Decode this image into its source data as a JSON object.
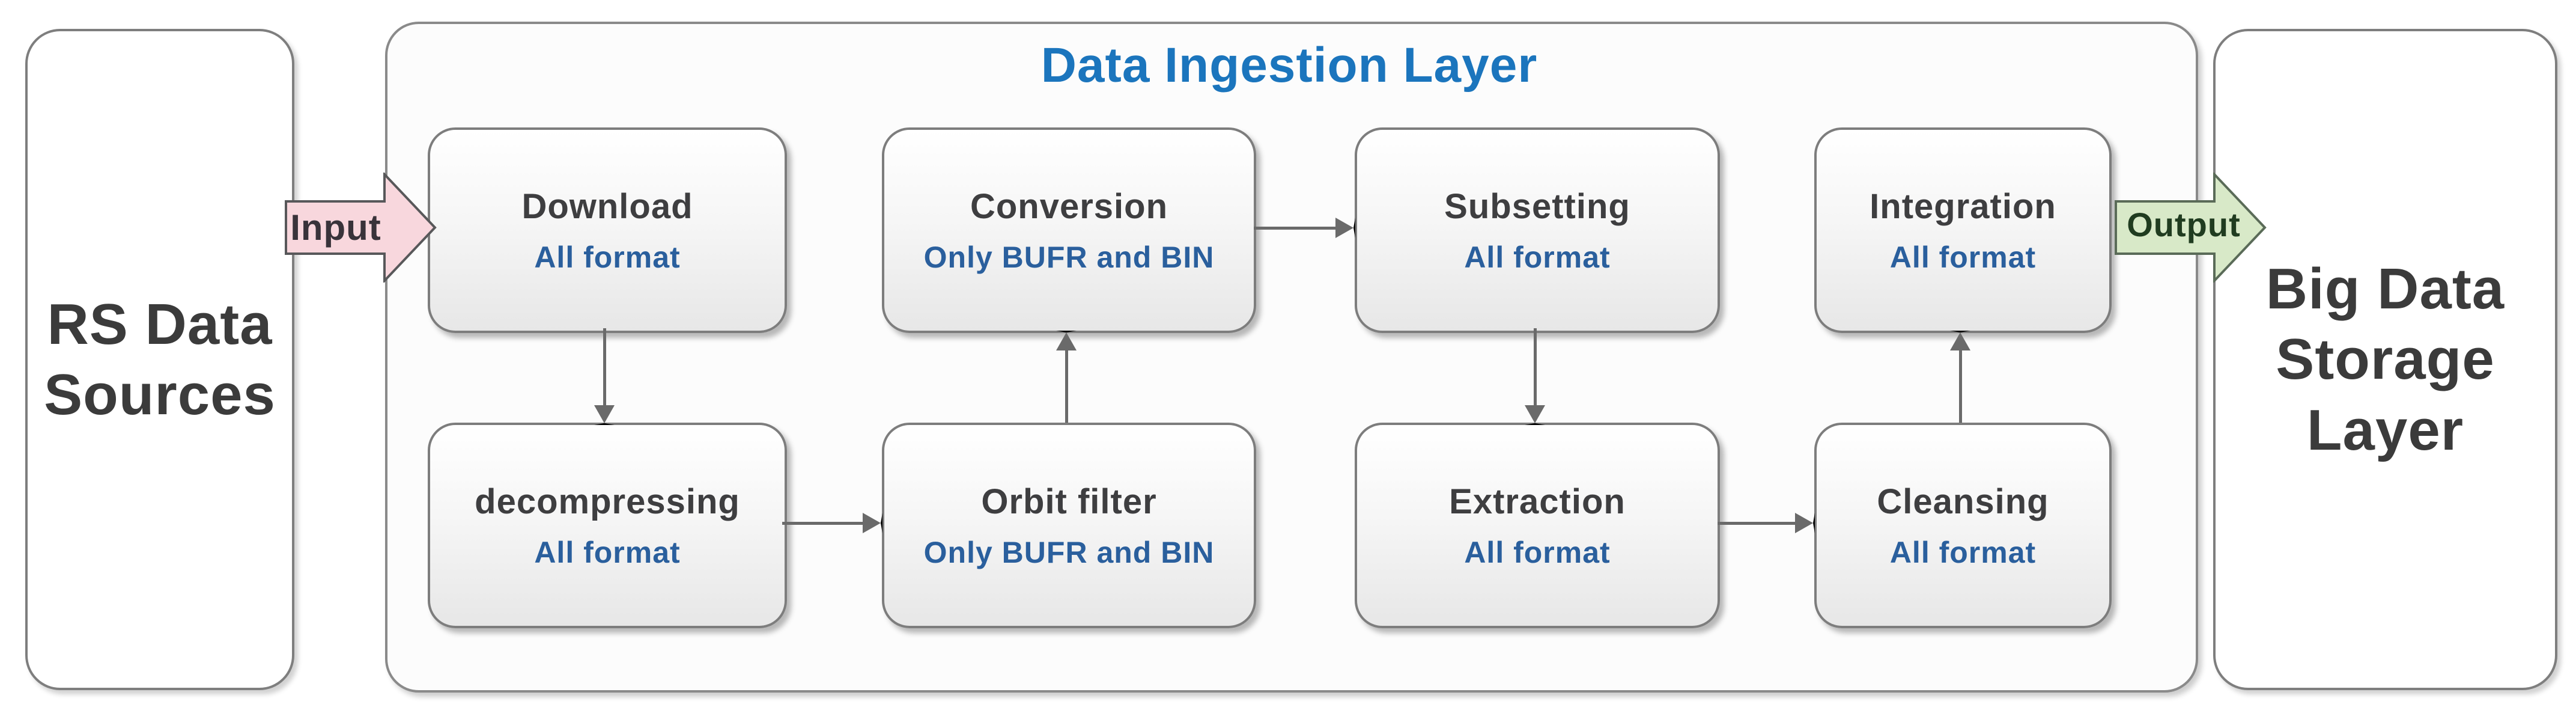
{
  "diagram": {
    "source_box": {
      "label_lines": [
        "RS Data",
        "Sources"
      ]
    },
    "input_arrow": {
      "label": "Input"
    },
    "ingestion": {
      "title": "Data Ingestion Layer",
      "boxes": [
        {
          "id": "download",
          "title": "Download",
          "subtitle": "All format"
        },
        {
          "id": "decompressing",
          "title": "decompressing",
          "subtitle": "All format"
        },
        {
          "id": "conversion",
          "title": "Conversion",
          "subtitle": "Only BUFR and BIN"
        },
        {
          "id": "orbit-filter",
          "title": "Orbit filter",
          "subtitle": "Only BUFR and BIN"
        },
        {
          "id": "subsetting",
          "title": "Subsetting",
          "subtitle": "All format"
        },
        {
          "id": "extraction",
          "title": "Extraction",
          "subtitle": "All format"
        },
        {
          "id": "integration",
          "title": "Integration",
          "subtitle": "All format"
        },
        {
          "id": "cleansing",
          "title": "Cleansing",
          "subtitle": "All format"
        }
      ],
      "connections": [
        {
          "from": "Download",
          "to": "decompressing",
          "direction": "down"
        },
        {
          "from": "decompressing",
          "to": "Orbit filter",
          "direction": "right"
        },
        {
          "from": "Orbit filter",
          "to": "Conversion",
          "direction": "up"
        },
        {
          "from": "Conversion",
          "to": "Subsetting",
          "direction": "right"
        },
        {
          "from": "Subsetting",
          "to": "Extraction",
          "direction": "down"
        },
        {
          "from": "Extraction",
          "to": "Cleansing",
          "direction": "right"
        },
        {
          "from": "Cleansing",
          "to": "Integration",
          "direction": "up"
        },
        {
          "from": "Integration",
          "to": "Big Data Storage Layer",
          "direction": "output"
        }
      ]
    },
    "output_arrow": {
      "label": "Output"
    },
    "storage_box": {
      "label_lines": [
        "Big Data",
        "Storage",
        "Layer"
      ]
    },
    "colors": {
      "title_blue": "#1b75bd",
      "subtitle_blue": "#2a5f9d",
      "box_text_dark": "#3e3e40",
      "input_arrow_fill": "#f8d7dd",
      "output_arrow_fill": "#d8e9c8",
      "connector_gray": "#6a6a6a",
      "border_gray": "#7d7d7d"
    }
  }
}
